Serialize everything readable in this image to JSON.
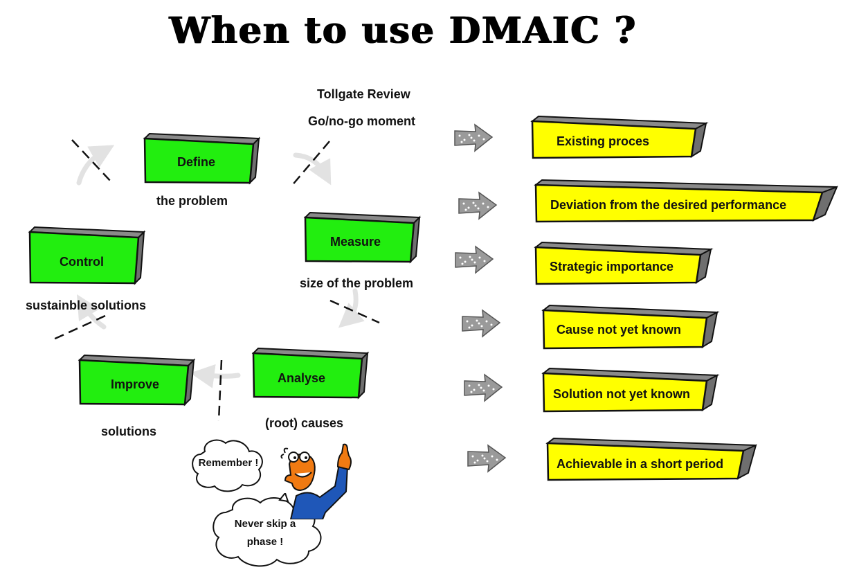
{
  "title": "When to use DMAIC ?",
  "tollgate": {
    "line1": "Tollgate Review",
    "line2": "Go/no-go moment"
  },
  "phases": [
    {
      "id": "define",
      "label": "Define",
      "caption": "the problem"
    },
    {
      "id": "measure",
      "label": "Measure",
      "caption": "size of the problem"
    },
    {
      "id": "analyse",
      "label": "Analyse",
      "caption": "(root) causes"
    },
    {
      "id": "improve",
      "label": "Improve",
      "caption": "solutions"
    },
    {
      "id": "control",
      "label": "Control",
      "caption": "sustainble solutions"
    }
  ],
  "criteria": [
    "Existing proces",
    "Deviation from the desired performance",
    "Strategic importance",
    "Cause not yet known",
    "Solution not yet known",
    "Achievable in a short period"
  ],
  "bubbles": {
    "remember": "Remember !",
    "never_skip": "Never skip a phase !"
  },
  "colors": {
    "phase_fill": "#22ee0f",
    "criteria_fill": "#ffff00",
    "block_side": "#8a8a8a",
    "arrow": "#9a9a9a"
  },
  "icons": [
    "cycle-arrow-icon",
    "tollgate-dash-icon",
    "dotted-right-arrow-icon",
    "cartoon-man-icon",
    "thought-cloud-icon"
  ]
}
